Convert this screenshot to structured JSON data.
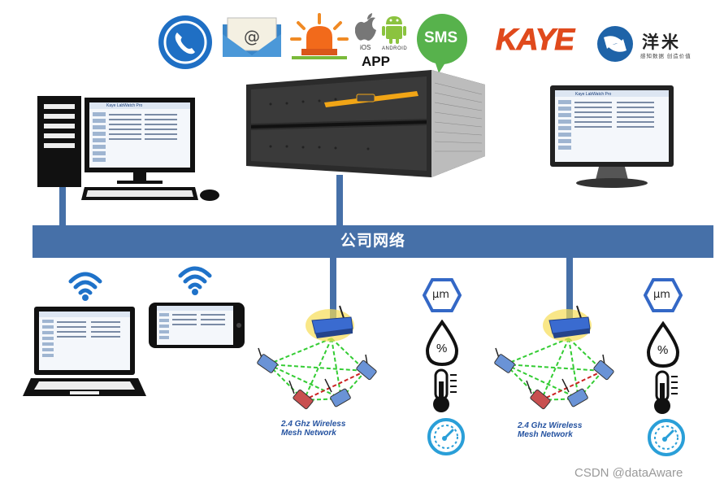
{
  "network": {
    "label": "公司网络"
  },
  "alerts": {
    "app_label": "APP",
    "ios_label": "iOS",
    "android_label": "ANDROID",
    "sms_label": "SMS"
  },
  "brands": {
    "kaye": "KAYE",
    "yangmi": "洋米",
    "yangmi_sub": "感知数据 创造价值"
  },
  "mesh_networks": [
    {
      "line1": "2.4 Ghz Wireless",
      "line2": "Mesh Network"
    },
    {
      "line1": "2.4 Ghz Wireless",
      "line2": "Mesh Network"
    }
  ],
  "sensor_badges": {
    "particle": "μm",
    "humidity": "%"
  },
  "monitor_app_title": "Kaye LabWatch Pro",
  "watermark": "CSDN @dataAware",
  "colors": {
    "network_bar": "#4670a8",
    "sms_green": "#57b24c",
    "phone_blue": "#1f6fc4",
    "kaye_orange": "#e04a1d",
    "gauge_blue": "#2a9fd8",
    "hex_blue": "#3468c6",
    "mesh_link": "#33cc33",
    "mesh_fail": "#cc2222"
  }
}
